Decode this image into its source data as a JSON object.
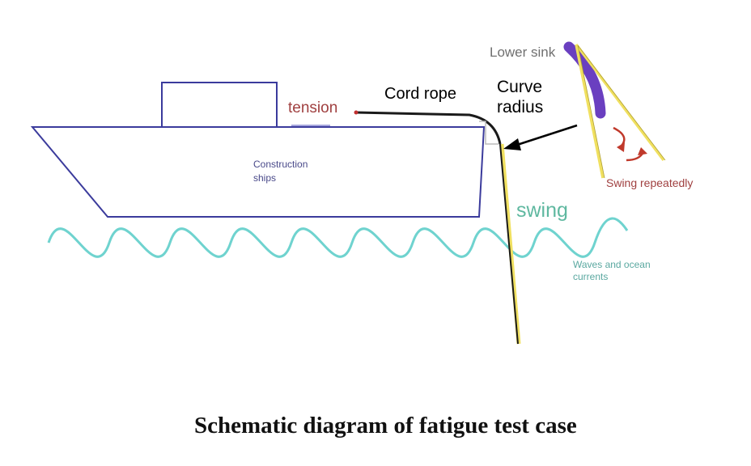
{
  "labels": {
    "lower_sink": "Lower sink",
    "cord_rope": "Cord rope",
    "curve_radius_line1": "Curve",
    "curve_radius_line2": "radius",
    "tension": "tension",
    "construction_ships_line1": "Construction",
    "construction_ships_line2": "ships",
    "swing": "swing",
    "swing_repeatedly": "Swing repeatedly",
    "waves_line1": "Waves and ocean",
    "waves_line2": "currents",
    "title": "Schematic diagram of fatigue test case"
  },
  "colors": {
    "ship_outline": "#3b3b9c",
    "wave": "#6fd3cf",
    "rope_dark": "#1a1a1a",
    "rope_yellow": "#f0e060",
    "sink_purple": "#6a3fc0",
    "swing_arrow": "#c0392b",
    "tension_text": "#a04040",
    "lower_sink_text": "#707070",
    "construction_text": "#4a4a8a",
    "swing_text": "#5fb8a0",
    "waves_text": "#5aa8a0",
    "swing_repeatedly_text": "#a04040",
    "title_text": "#111111"
  },
  "icons": {
    "curve_radius_pointer": "arrow-icon",
    "swing_motion": "curved-arrow-icon"
  }
}
